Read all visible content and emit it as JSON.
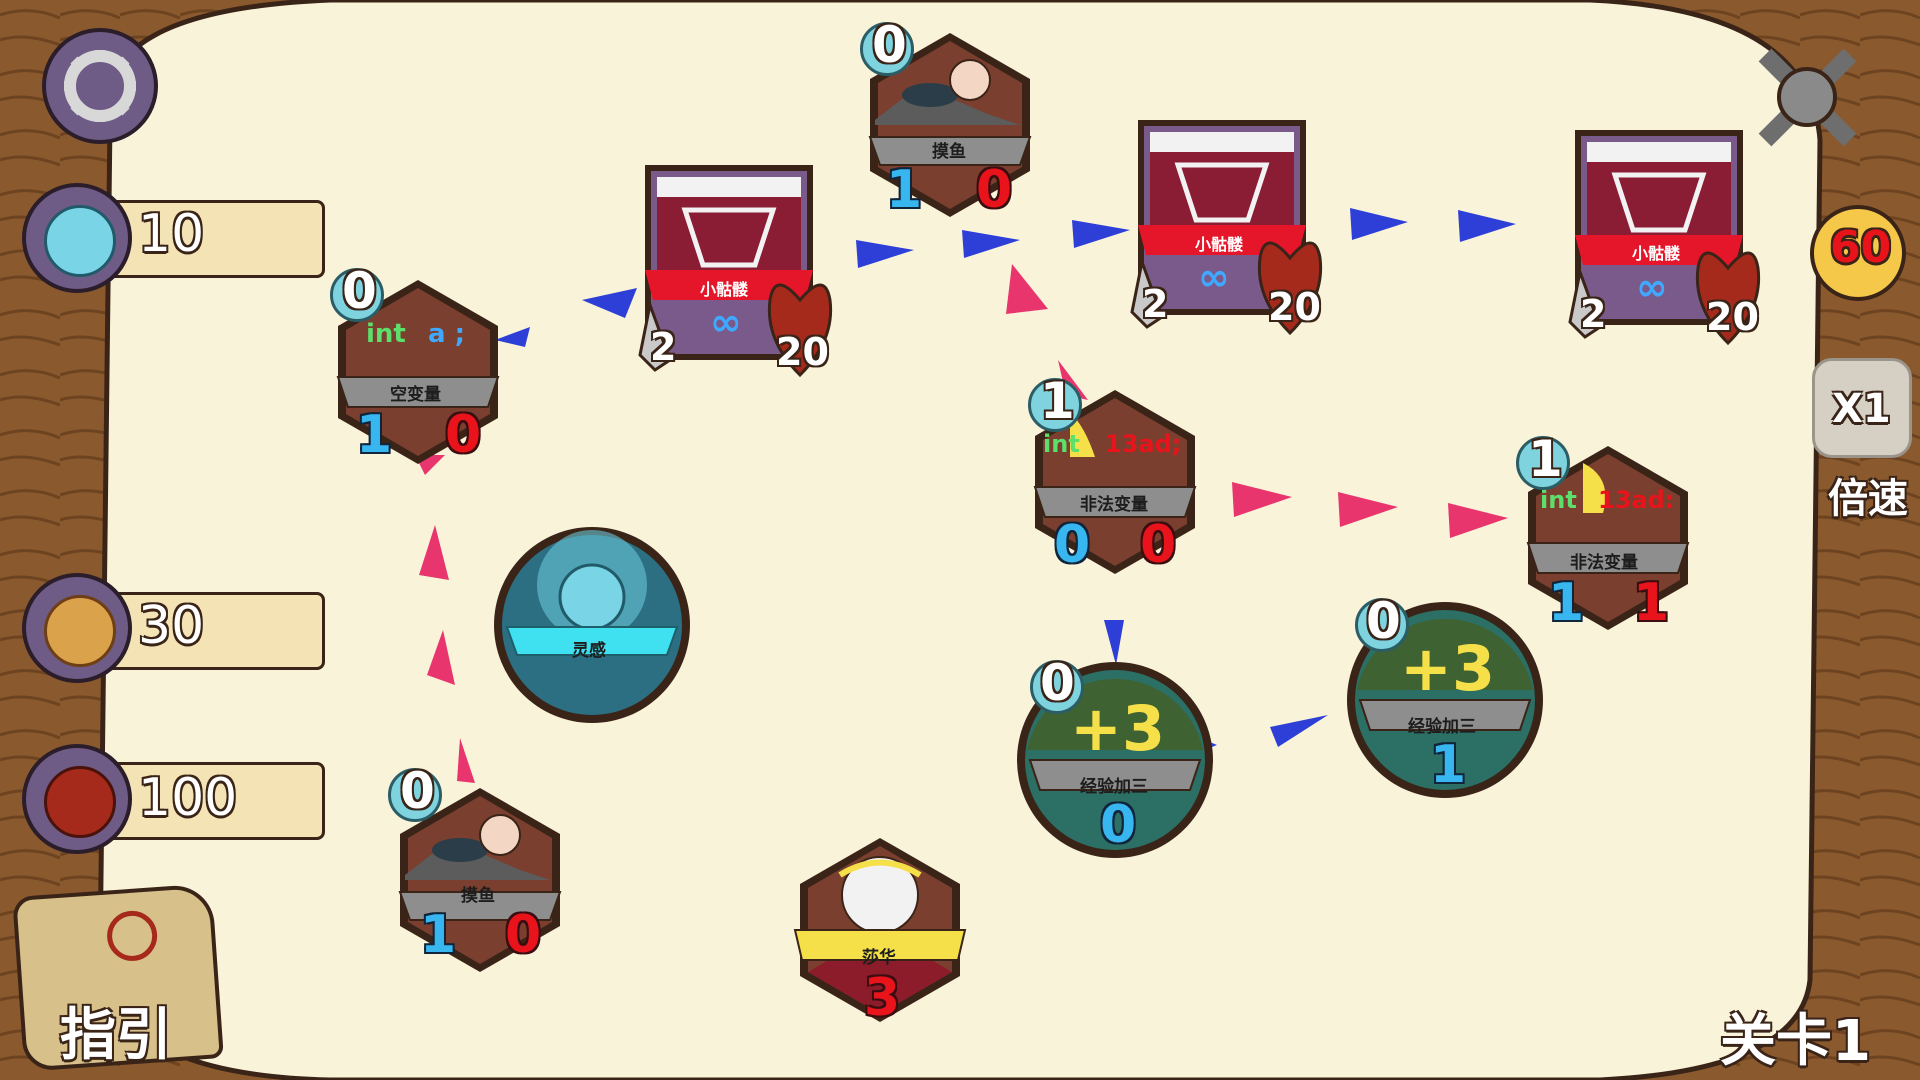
{
  "resources": {
    "inspiration": {
      "value": "10",
      "icon": "lightbulb-icon"
    },
    "money": {
      "value": "30",
      "icon": "money-bag-icon"
    },
    "health": {
      "value": "100",
      "icon": "heart-icon"
    }
  },
  "hud": {
    "guide_label": "指引",
    "level_label": "关卡1",
    "timer_value": "60",
    "speed_value": "X1",
    "speed_label": "倍速",
    "settings_icon": "gear-icon",
    "battle_icon": "crossed-swords-icon"
  },
  "nodes": [
    {
      "id": "empty-variable",
      "type": "hex",
      "label": "空变量",
      "level": "0",
      "blue": "1",
      "red": "0",
      "code": "int a;"
    },
    {
      "id": "slack-off-top",
      "type": "hex",
      "label": "摸鱼",
      "level": "0",
      "blue": "1",
      "red": "0"
    },
    {
      "id": "slack-off-bottom",
      "type": "hex",
      "label": "摸鱼",
      "level": "0",
      "blue": "1",
      "red": "0"
    },
    {
      "id": "illegal-variable-1",
      "type": "hex",
      "label": "非法变量",
      "level": "1",
      "blue": "0",
      "red": "0",
      "code": "int 13ad;"
    },
    {
      "id": "illegal-variable-2",
      "type": "hex",
      "label": "非法变量",
      "level": "1",
      "blue": "1",
      "red": "1",
      "code": "int 13ad;"
    },
    {
      "id": "player-shahua",
      "type": "hex",
      "label": "莎华",
      "value": "3"
    },
    {
      "id": "inspiration-orb",
      "type": "circle",
      "label": "灵感"
    },
    {
      "id": "exp-plus-three-1",
      "type": "circle",
      "label": "经验加三",
      "level": "0",
      "bonus": "+3",
      "value": "0"
    },
    {
      "id": "exp-plus-three-2",
      "type": "circle",
      "label": "经验加三",
      "level": "0",
      "bonus": "+3",
      "value": "1"
    }
  ],
  "enemies": [
    {
      "id": "skeleton-1",
      "label": "小骷髅",
      "attack": "2",
      "stamina": "∞",
      "hp": "20"
    },
    {
      "id": "skeleton-2",
      "label": "小骷髅",
      "attack": "2",
      "stamina": "∞",
      "hp": "20"
    },
    {
      "id": "skeleton-3",
      "label": "小骷髅",
      "attack": "2",
      "stamina": "∞",
      "hp": "20"
    }
  ],
  "colors": {
    "board": "#f9f3da",
    "wood": "#8a5a2e",
    "hex_fill": "#7a3f2e",
    "ribbon": "#8e8e8e",
    "arrow_blue": "#2d3fd6",
    "arrow_pink": "#e8356d",
    "enemy_red": "#e5162a",
    "circle_teal": "#2c6f64"
  }
}
